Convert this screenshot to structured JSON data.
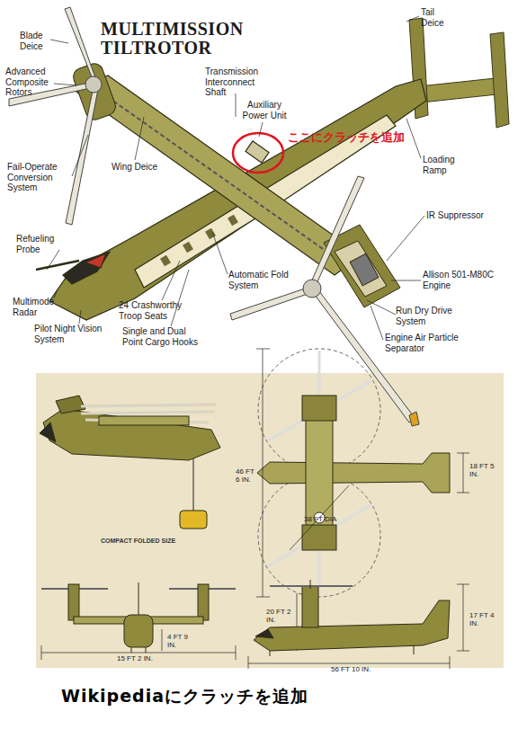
{
  "diagram": {
    "title": "MULTIMISSION TILTROTOR",
    "caption": "Wikipediaにクラッチを追加",
    "labels": [
      "Blade Deice",
      "Advanced Composite Rotors",
      "Transmission Interconnect Shaft",
      "Tail Deice",
      "Auxiliary Power Unit",
      "ここにクラッチを追加",
      "Loading Ramp",
      "Fail-Operate Conversion System",
      "Wing Deice",
      "IR Suppressor",
      "Refueling Probe",
      "Automatic Fold System",
      "Allison 501-M80C Engine",
      "Multimode Radar",
      "24 Crashworthy Troop Seats",
      "Run Dry Drive System",
      "Pilot Night Vision System",
      "Single and Dual Point Cargo Hooks",
      "Engine Air Particle Separator",
      "COMPACT FOLDED SIZE",
      "46 FT 6 IN.",
      "38 FT DIA",
      "18 FT 5 IN.",
      "20 FT 2 IN.",
      "17 FT 4 IN.",
      "4 FT 9 IN.",
      "15 FT 2 IN.",
      "56 FT 10 IN."
    ]
  }
}
